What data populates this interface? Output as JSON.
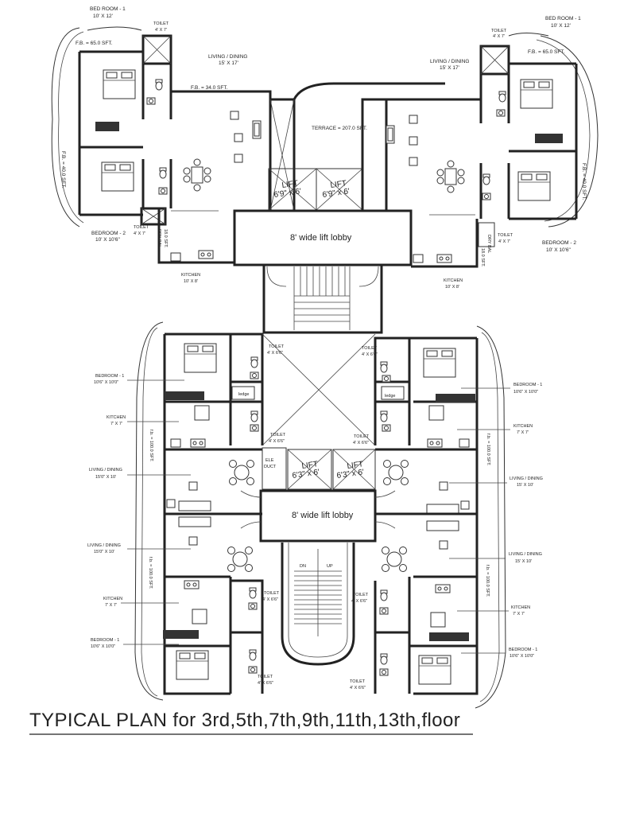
{
  "title": "TYPICAL  PLAN for 3rd,5th,7th,9th,11th,13th,floor",
  "upper_block": {
    "left": {
      "bedroom1_name": "BED ROOM - 1",
      "bedroom1_size": "10' X 12'",
      "toilet1_name": "TOILET",
      "toilet1_size": "4' X 7'",
      "fb1": "F.B. = 65.0 SFT.",
      "fb2": "F.B. = 34.0 SFT.",
      "living_name": "LIVING / DINING",
      "living_size": "15' X 17'",
      "fb3": "F.B. = 40.0 SFT.",
      "bedroom2_name": "BEDROOM - 2",
      "bedroom2_size": "10' X 10'6\"",
      "toilet2_name": "TOILET",
      "toilet2_size": "4' X 7'",
      "drybal": "18.0 SFT.",
      "drybal_name": "DRY BAL",
      "kitchen_name": "KITCHEN",
      "kitchen_size": "10' X 8'"
    },
    "right": {
      "bedroom1_name": "BED ROOM - 1",
      "bedroom1_size": "10' X 12'",
      "toilet1_name": "TOILET",
      "toilet1_size": "4' X 7'",
      "fb1": "F.B. = 65.0 SFT.",
      "living_name": "LIVING / DINING",
      "living_size": "15' X 17'",
      "fb3": "F.B. = 40.0 SFT.",
      "bedroom2_name": "BEDROOM - 2",
      "bedroom2_size": "10' X 10'6\"",
      "toilet2_name": "TOILET",
      "toilet2_size": "4' X 7'",
      "drybal": "18.0 SFT.",
      "drybal_name": "DRY BAL",
      "kitchen_name": "KITCHEN",
      "kitchen_size": "10' X 8'"
    },
    "terrace": "TERRACE = 207.0 SFT.",
    "lift1": "LIFT",
    "lift1_size": "6'9\" x 6'",
    "lift2": "LIFT",
    "lift2_size": "6'9\" x 6'",
    "lobby": "8' wide lift lobby"
  },
  "lower_block": {
    "left_top": {
      "toilet1_name": "TOILET",
      "toilet1_size": "4' X 6'6\"",
      "bedroom_name": "BEDROOM - 1",
      "bedroom_size": "10'6\" X 10'0\"",
      "ledge": "ledge",
      "kitchen_name": "KITCHEN",
      "kitchen_size": "7' X 7'",
      "toilet2_name": "TOILET",
      "toilet2_size": "4' X 6'6\"",
      "fb": "f.b. = 100.0 SFT.",
      "living_name": "LIVING / DINING",
      "living_size": "15'0\" X 10'"
    },
    "right_top": {
      "toilet1_name": "TOILET",
      "toilet1_size": "4' X 6'6\"",
      "bedroom_name": "BEDROOM - 1",
      "bedroom_size": "10'6\" X 10'0\"",
      "ledge": "ledge",
      "kitchen_name": "KITCHEN",
      "kitchen_size": "7' X 7'",
      "toilet2_name": "TOILET",
      "toilet2_size": "4' X 6'6\"",
      "fb": "f.b. = 100.0 SFT.",
      "living_name": "LIVING / DINING",
      "living_size": "15' X 10'"
    },
    "left_bottom": {
      "living_name": "LIVING / DINING",
      "living_size": "15'0\" X 10'",
      "fb": "f.b. = 100.0 SFT.",
      "kitchen_name": "KITCHEN",
      "kitchen_size": "7' X 7'",
      "toilet1_name": "TOILET",
      "toilet1_size": "4' X 6'6\"",
      "bedroom_name": "BEDROOM - 1",
      "bedroom_size": "10'6\" X 10'0\"",
      "toilet2_name": "TOILET",
      "toilet2_size": "4' X 6'6\""
    },
    "right_bottom": {
      "living_name": "LIVING / DINING",
      "living_size": "15' X 10'",
      "fb": "f.b. = 100.0 SFT.",
      "kitchen_name": "KITCHEN",
      "kitchen_size": "7' X 7'",
      "toilet1_name": "TOILET",
      "toilet1_size": "4' X 6'6\"",
      "bedroom_name": "BEDROOM - 1",
      "bedroom_size": "10'6\" X 10'0\"",
      "toilet2_name": "TOILET",
      "toilet2_size": "4' X 6'6\""
    },
    "ele_duct_1": "ELE",
    "ele_duct_2": "DUCT",
    "lift1": "LIFT",
    "lift1_size": "6'3\" x 6'",
    "lift2": "LIFT",
    "lift2_size": "6'3\" x 6'",
    "lobby": "8' wide lift lobby",
    "stair_dn": "DN",
    "stair_up": "UP"
  }
}
